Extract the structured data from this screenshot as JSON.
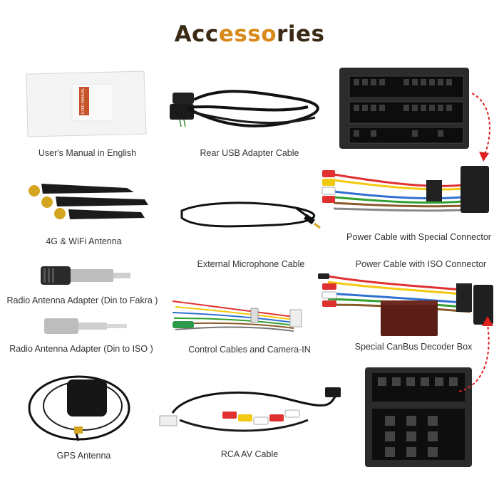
{
  "title": {
    "part1": "Acc",
    "part2": "esso",
    "part3": "ries"
  },
  "items": [
    {
      "label": "User's Manual in English"
    },
    {
      "label": "Rear USB Adapter Cable"
    },
    {
      "label": "4G & WiFi Antenna"
    },
    {
      "label": "Power Cable with Special Connector"
    },
    {
      "label": "External Microphone Cable"
    },
    {
      "label": "Power Cable with ISO Connector"
    },
    {
      "label": "Radio Antenna Adapter (Din to Fakra )"
    },
    {
      "label": "Radio Antenna Adapter (Din to ISO )"
    },
    {
      "label": "Control Cables and Camera-IN"
    },
    {
      "label": "Special CanBus Decoder Box"
    },
    {
      "label": "GPS Antenna"
    },
    {
      "label": "RCA AV Cable"
    }
  ],
  "manual_cover_text": "USER MANUAL",
  "colors": {
    "title_dark": "#3a2a16",
    "title_accent": "#d88a1c",
    "arrow_red": "#e02020"
  }
}
